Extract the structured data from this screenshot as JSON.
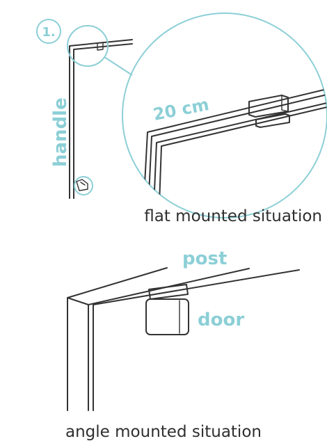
{
  "labels": {
    "step_number": "1.",
    "handle": "handle",
    "distance": "20 cm",
    "flat_caption": "flat mounted situation",
    "post": "post",
    "door": "door",
    "angle_caption": "angle mounted situation"
  },
  "colors": {
    "accent": "#8ccfd6",
    "ink": "#333333",
    "caption": "#2f2f2f"
  }
}
